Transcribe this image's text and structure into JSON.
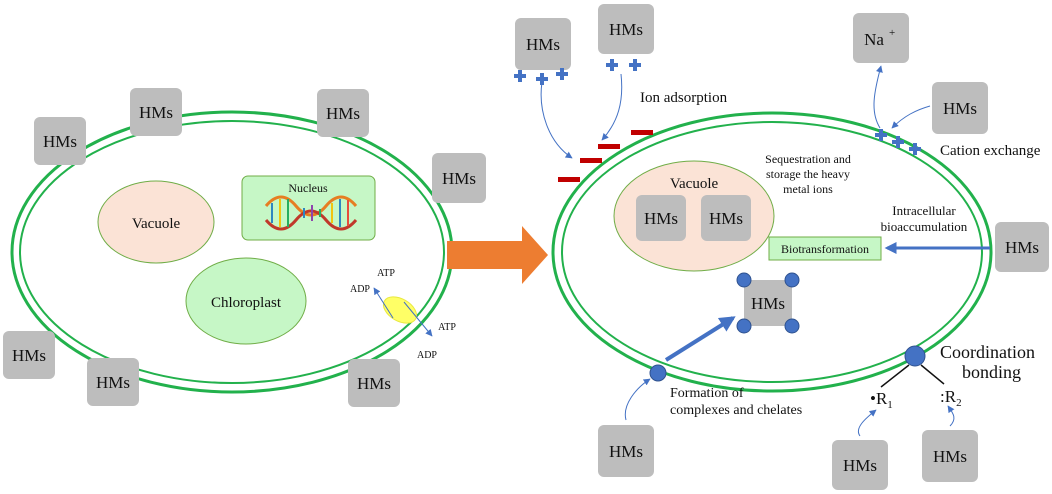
{
  "hm_label": "HMs",
  "left_cell": {
    "vacuole": "Vacuole",
    "nucleus": "Nucleus",
    "chloroplast": "Chloroplast",
    "atp_in": "ATP",
    "adp_in": "ADP",
    "atp_out": "ATP",
    "adp_out": "ADP"
  },
  "right_cell": {
    "ion_adsorption": "Ion adsorption",
    "sodium_ion": "Na",
    "sodium_charge": "+",
    "cation_exchange": "Cation exchange",
    "sequestration_line1": "Sequestration and",
    "sequestration_line2": "storage the heavy",
    "sequestration_line3": "metal ions",
    "vacuole": "Vacuole",
    "intracellular_line1": "Intracellular",
    "intracellular_line2": "bioaccumulation",
    "biotransformation": "Biotransformation",
    "complexes_line1": "Formation of",
    "complexes_line2": "complexes and chelates",
    "coordination_line1": "Coordination",
    "coordination_line2": "bonding",
    "r1_prefix": "•R",
    "r1_sub": "1",
    "r2_prefix": ":R",
    "r2_sub": "2"
  },
  "colors": {
    "cell_wall": "#22b14c",
    "hm_box": "#bdbdbd",
    "vacuole_fill": "#fbe3d6",
    "chloroplast_fill": "#c6f7c6",
    "transition_arrow": "#ed7d31",
    "pointer_blue": "#4472c4",
    "negative_charge": "#c00000",
    "positive_charge": "#4472c4"
  }
}
